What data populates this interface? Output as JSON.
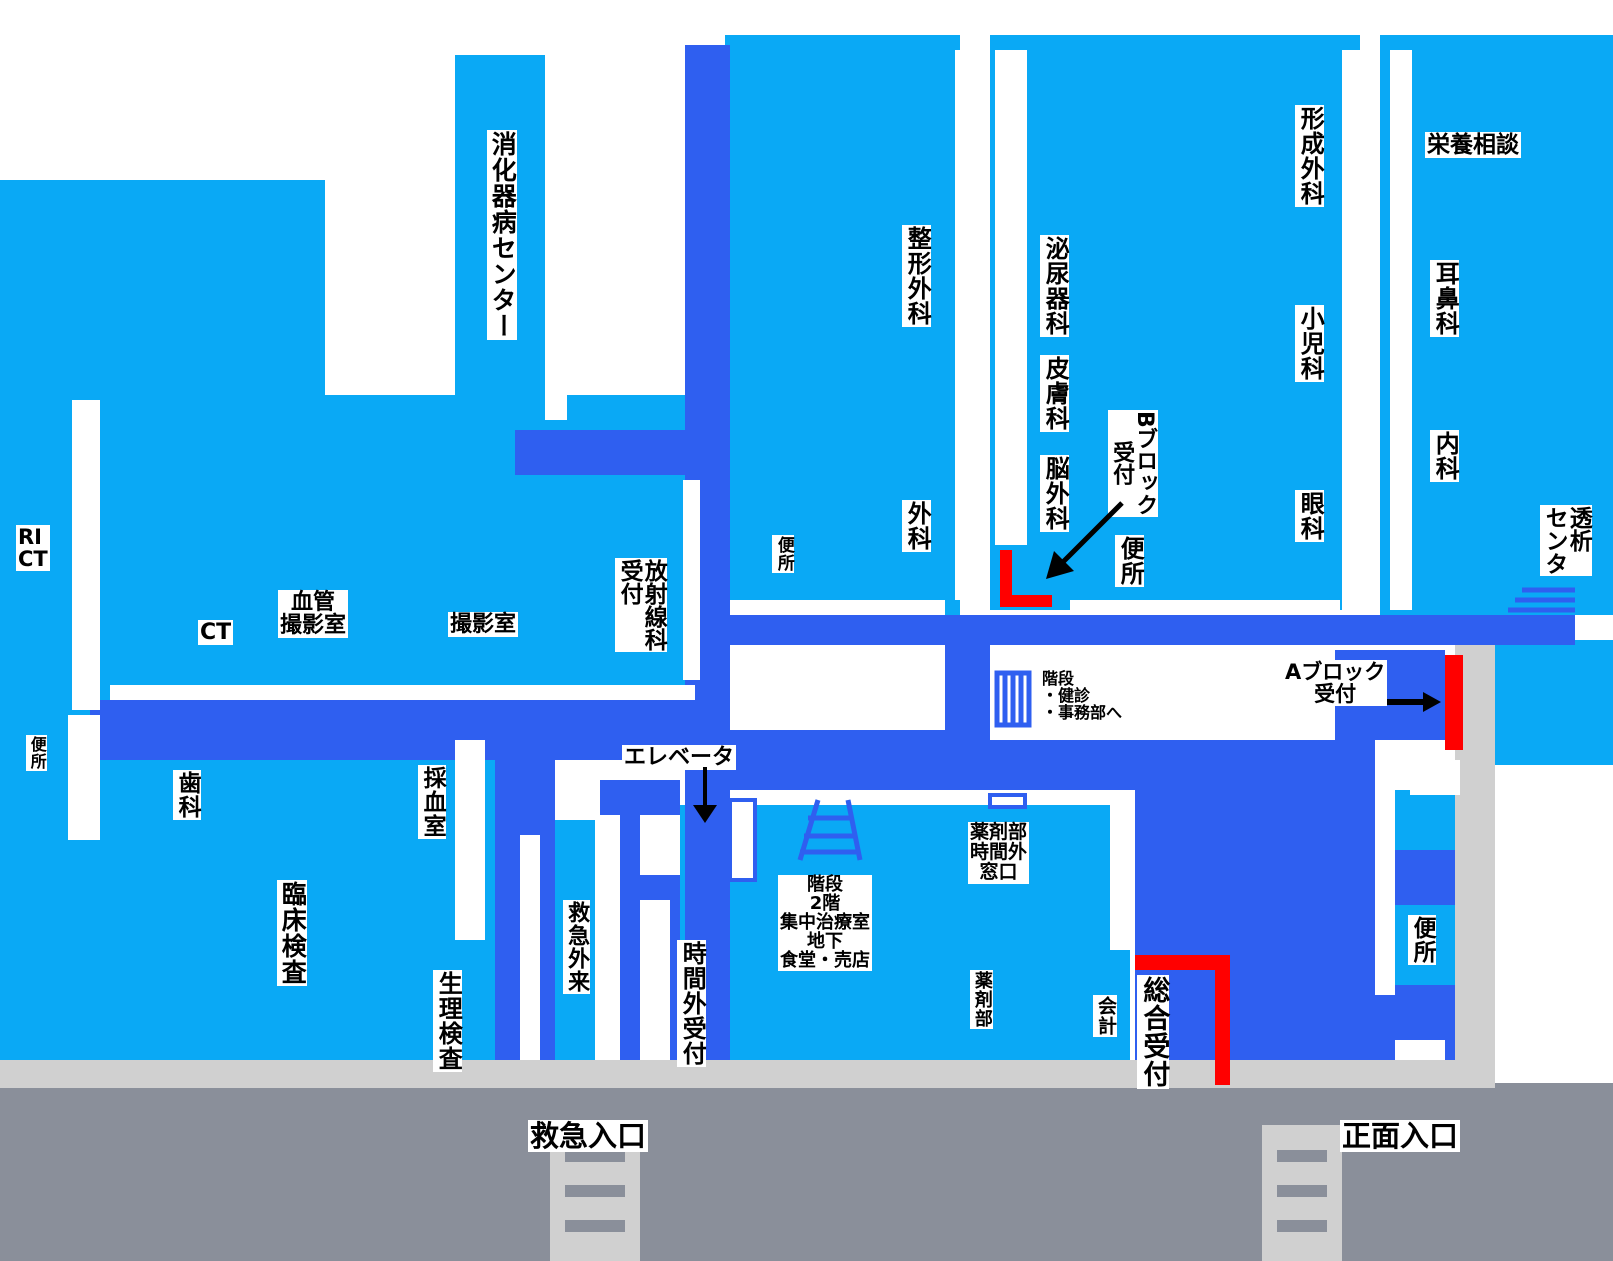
{
  "rooms": {
    "digestive_center": "消化器病センター",
    "orthopedics": "整形外科",
    "urology": "泌尿器科",
    "dermatology": "皮膚科",
    "neurosurgery": "脳外科",
    "b_block_reception": "Bブロック\n受付",
    "plastic_surgery": "形成外科",
    "pediatrics": "小児科",
    "ophthalmology": "眼科",
    "nutrition_consultation": "栄養相談",
    "ent": "耳鼻科",
    "internal_medicine": "内科",
    "dialysis_center": "透析\nセンタ",
    "surgery": "外科",
    "toilet_top_left": "便所",
    "toilet_center": "便所",
    "ri_ct": "RI\nCT",
    "ct": "CT",
    "angiography": "血管\n撮影室",
    "imaging_room": "撮影室",
    "radiology_reception": "放射線科\n受付",
    "stairs_checkup": "階段\n・健診\n・事務部へ",
    "a_block_reception": "Aブロック\n受付",
    "toilet_left": "便所",
    "dentistry": "歯科",
    "blood_collection": "採血室",
    "elevator": "エレベータ",
    "clinical_lab": "臨床検査",
    "physiological_test": "生理検査",
    "emergency_outpatient": "救急外来",
    "after_hours_reception": "時間外受付",
    "stairs_icu": "階段\n2階\n集中治療室\n地下\n食堂・売店",
    "pharmacy_after_hours": "薬剤部\n時間外\n窓口",
    "pharmacy": "薬剤部",
    "cashier": "会計",
    "general_reception": "総合受付",
    "toilet_right": "便所"
  },
  "entrances": {
    "emergency": "救急入口",
    "main": "正面入口"
  },
  "colors": {
    "room": "#0aa9f5",
    "wall": "#2f5ff0",
    "reception_marker": "#ff0000",
    "sidewalk": "#d0d0d0",
    "road": "#8a8f9a",
    "label_bg": "#ffffff"
  }
}
